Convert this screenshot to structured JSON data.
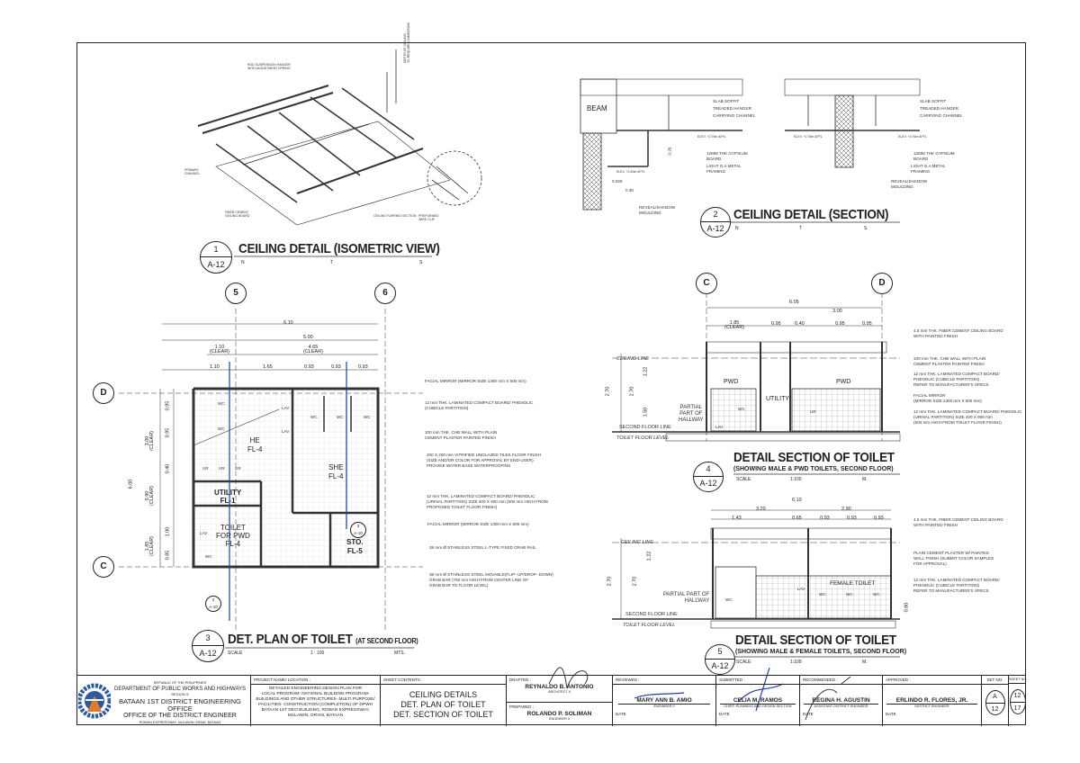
{
  "iso": {
    "num": "1",
    "sheet": "A-12",
    "title": "CEILING DETAIL (ISOMETRIC VIEW)",
    "nts": [
      "N",
      "T",
      "S"
    ],
    "notes": [
      "ROD SUSPENSION HANGER\nWITH ADJUSTMENT SPRING",
      "PRIMARY\nCHANNEL",
      "FIBER CEMENT\nCEILING BOARD",
      "CEILING FURRING SECTION",
      "PREFORMED\nWIRE CLIP",
      "DEPTH OF CEILING\nTO REQUIRED DIMENSION"
    ]
  },
  "ceiling_section": {
    "num": "2",
    "sheet": "A-12",
    "title": "CEILING DETAIL (SECTION)",
    "nts": [
      "N",
      "T",
      "S"
    ],
    "beam": "BEAM",
    "left_notes": [
      "SLAB SOFFIT",
      "TREADED HANGER",
      "CARRYING CHANNEL",
      "12MM THK GYPSIUM\nBOARD",
      "LIGHT G.A METAL\nFRAMING",
      "REVEAL/SHADOW\nMOULDING"
    ],
    "right_notes": [
      "SLAB SOFFIT",
      "TREADED HANGER",
      "CARRYING CHANNEL",
      "12MM THK GYPSIUM\nBOARD",
      "LIGHT G.A METAL\nFRAMING",
      "REVEAL/SHADOW\nMOULDING"
    ],
    "elev1": "ELEV. +2.76m AFFL",
    "elev2": "ELEV. +2.50m AFFL",
    "elev3": "ELEV. +2.76m AFFL",
    "elev4": "ELEV. +2.76m AFFL",
    "dims": [
      "0.26",
      "0.025",
      "0.30"
    ]
  },
  "plan": {
    "num": "3",
    "sheet": "A-12",
    "title": "DET. PLAN OF TOILET",
    "subtitle": "(AT SECOND FLOOR)",
    "scale_label": "SCALE",
    "scale": "1 : 100",
    "units": "MTS.",
    "grid": [
      "5",
      "6",
      "D",
      "C"
    ],
    "dims_top": [
      "6.10",
      "5.00",
      "1.10\n(CLEAR)",
      "4.65\n(CLEAR)",
      "1.10",
      "1.65",
      "0.93",
      "0.93",
      "0.93"
    ],
    "dims_left": [
      "6.00",
      "3.00\n(CLEAR)",
      "0.95",
      "0.95",
      "0.40",
      "0.90\n(CLEAR)",
      "1.85\n(CLEAR)",
      "1.00",
      "0.85"
    ],
    "rooms": [
      "HE\nFL-4",
      "SHE\nFL-4",
      "UTILITY\nFL-1",
      "TOILET\nFOR PWD\nFL-4",
      "STO.\nFL-5"
    ],
    "fixtures": [
      "WC",
      "WC",
      "LAV",
      "LAV",
      "UR",
      "UR",
      "UR",
      "WC",
      "WC",
      "WC",
      "LAV",
      "WC"
    ],
    "section_markers": [
      {
        "num": "2",
        "sheet": "A-10"
      },
      {
        "num": "3",
        "sheet": "A-10"
      }
    ],
    "notes": [
      "FACIAL MIRROR (MIRROR SIZE 1300 mm X 600 mm)",
      "12 mm THK. LAMINATED COMPACT BOARD/ PHENOLIC\n(CUBICLE PARTITION)",
      "100 mm THK. CHB WALL WITH PLAIN\nCEMENT PLASTER PAINTED FINISH",
      "200 X 200 mm VITRIFIED UNGLAZED TILES FLOOR FINISH\n(SIZE AND/OR COLOR FOR APPROVAL BY END-USER)\nPROVIDE WATER BASE WATERPROOFING",
      "12 mm THK. LAMINATED COMPACT BOARD/ PHENOLIC\n(URINAL PARTITION) SIZE 400 X 900 mm (500 mm HIGH FROM\nPROPOSED TOILET  FLOOR FINISH)",
      "FACIAL MIRROR (MIRROR SIZE 1400 mm X 600 mm)",
      "38 mm Ø STAINLESS STEEL L-TYPE FIXED GRAB RAIL",
      "38 mm Ø STAINLESS STEEL MOVABLE(FLIP- UP/DROP- DOWN)\nGRAB BAR (750 mm HIGH FROM CENTER LINE OF\nGRAB BAR TO FLOOR LEVEL)"
    ]
  },
  "section4": {
    "num": "4",
    "sheet": "A-12",
    "title": "DETAIL SECTION OF TOILET",
    "subtitle": "(SHOWING MALE & PWD TOILETS, SECOND FLOOR)",
    "scale_label": "SCALE",
    "scale": "1:100",
    "units": "M.",
    "grid": [
      "C",
      "D"
    ],
    "dims": [
      "6.05",
      "3.00",
      "1.85\n(CLEAR)",
      "0.95",
      "0.40",
      "0.95",
      "0.95",
      "2.70",
      "2.70",
      "1.22",
      "1.50"
    ],
    "levels": [
      "CEILING LINE",
      "SECOND FLOOR LINE",
      "TOILET FLOOR LEVEL"
    ],
    "labels": [
      "PWD",
      "UTILITY",
      "PWD",
      "WC",
      "UR",
      "LAV",
      "PARTIAL\nPART OF\nHALLWAY"
    ],
    "notes": [
      "4.5 mm THK. FIBER CEMENT CEILING BOARD\nWITH PAINTED FINISH",
      "100 mm THK. CHB WALL WITH PLAIN\nCEMENT PLASTER PAINTED FINISH",
      "12 mm THK. LAMINATED COMPACT BOARD/\nPHENOLIC (CUBICLE PARTITION)\nREFER TO MANUFACTURER'S SPECS.",
      "FACIAL MIRROR\n(MIRROR SIZE 1300 mm X 600 mm)",
      "12 mm THK. LAMINATED COMPACT BOARD/ PHENOLIC\n(URINAL PARTITION) SIZE 400 X 900 mm\n(500 mm HIGH FROM TOILET  FLOOR FINISH)"
    ]
  },
  "section5": {
    "num": "5",
    "sheet": "A-12",
    "title": "DETAIL SECTION OF TOILET",
    "subtitle": "(SHOWING MALE & FEMALE TOILETS, SECOND FLOOR)",
    "scale_label": "SCALE",
    "scale": "1:100",
    "units": "M.",
    "dims": [
      "6.10",
      "3.20",
      "2.90",
      "1.43",
      "0.65",
      "0.93",
      "0.93",
      "0.93",
      "2.70",
      "2.70",
      "1.22",
      "0.60"
    ],
    "levels": [
      "CEILING LINE",
      "SECOND FLOOR LINE",
      "TOILET FLOOR LEVEL"
    ],
    "labels": [
      "FEMALE TOILET",
      "WC",
      "WC",
      "WC",
      "WC",
      "LAV",
      "PARTIAL PART OF\nHALLWAY"
    ],
    "notes": [
      "4.5 mm THK. FIBER CEMENT CEILING BOARD\nWITH PAINTED FINISH",
      "PLAIN CEMENT PLASTER W/ PAINTED\nWALL FINISH (SUBMIT COLOR SAMPLES\nFOR APPROVAL)",
      "12 mm THK. LAMINATED COMPACT BOARD/\nPHENOLIC (CUBICLE PARTITION)\nREFER TO MANUFACTURER'S SPECS."
    ]
  },
  "title_block": {
    "agency": {
      "republic": "REPUBLIC OF THE PHILIPPINES",
      "dept": "DEPARTMENT OF PUBLIC WORKS AND HIGHWAYS",
      "region": "REGION III",
      "office": "BATAAN 1ST DISTRICT ENGINEERING OFFICE",
      "office2": "OFFICE OF THE DISTRICT ENGINEER",
      "address": "ROMAN EXPRESSWAY, MULAWIN ORANI, BATAAN"
    },
    "project_label": "PROJECT NAME/ LOCATION :",
    "project": "DETAILED ENGINEERING DESIGN PLAN FOR\nLOCAL PROGRAM- NATIONAL BUILDING PROGRAM-\nBUILDINGS AND OTHER STRUCTURES- MULTI PURPOSE/\nFACILITIES- CONSTRUCTION (COMPLETION) OF DPWH\nBATAAN 1ST DEO BUILDING, ROMAN EXPRESSWAY,\nMULAWIN, ORANI, BATAAN",
    "sheet_label": "SHEET CONTENTS :",
    "sheet_contents": [
      "CEILING DETAILS",
      "DET.  PLAN OF TOILET",
      "DET. SECTION OF TOILET"
    ],
    "drafted": {
      "label": "DRAFTED :",
      "name": "REYNALDO B. ANTONIO",
      "role": "ARCHITECT II"
    },
    "prepared": {
      "label": "PREPARED :",
      "name": "ROLANDO P. SOLIMAN",
      "role": "ENGINEER II"
    },
    "reviewed": {
      "label": "REVIEWED :",
      "name": "MARY ANN B. AMIO",
      "role": "ENGINEER II",
      "date": "DATE"
    },
    "submitted": {
      "label": "SUBMITTED :",
      "name": "CELIA M. RAMOS",
      "role": "CHIEF, PLANNING AND DESIGN SECTION",
      "date": "DATE"
    },
    "recommended": {
      "label": "RECOMMENDED :",
      "name": "REGINA H. AGUSTIN",
      "role": "ASSISTANT DISTRICT ENGINEER",
      "date": "DATE"
    },
    "approved": {
      "label": "APPROVED :",
      "name": "ERLINDO R. FLORES, JR.",
      "role": "DISTRICT ENGINEER",
      "date": "DATE"
    },
    "set_label": "SET NO.",
    "set_top": "A",
    "set_bottom": "12",
    "sheet_no_label": "SHEET NO.",
    "sheet_top": "12",
    "sheet_bottom": "17"
  },
  "colors": {
    "ink": "#222222",
    "markup_blue": "#1f3fa8",
    "logo_blue": "#2c5aa0",
    "logo_orange": "#e07a2a"
  }
}
